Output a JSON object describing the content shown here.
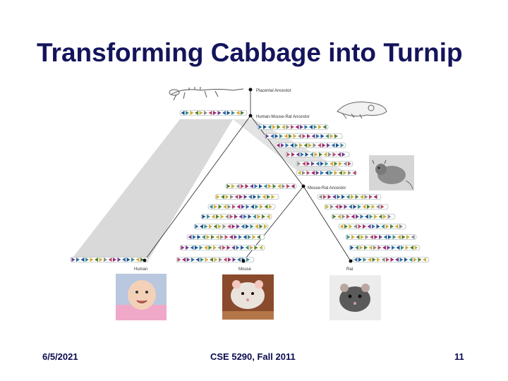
{
  "slide": {
    "title": "Transforming Cabbage into Turnip",
    "footer_left": "6/5/2021",
    "footer_center": "CSE 5290, Fall 2011",
    "footer_right": "11"
  },
  "diagram": {
    "nodes": {
      "placental": "Placental Ancestor",
      "hmr": "Human-Mouse-Rat Ancestor",
      "mouse_rat": "Mouse-Rat Ancestor",
      "human": "Human",
      "mouse": "Mouse",
      "rat": "Rat"
    },
    "photos": [
      "human-baby-photo",
      "mouse-photo",
      "rat-photo"
    ],
    "block_colors": [
      "#1f4e8c",
      "#9b2a6e",
      "#c7b23a",
      "#3c8d8d",
      "#6a3c8f",
      "#8a8a8a",
      "#d4a73a",
      "#2f6f9f",
      "#b54b6a",
      "#4f7d3a"
    ]
  }
}
